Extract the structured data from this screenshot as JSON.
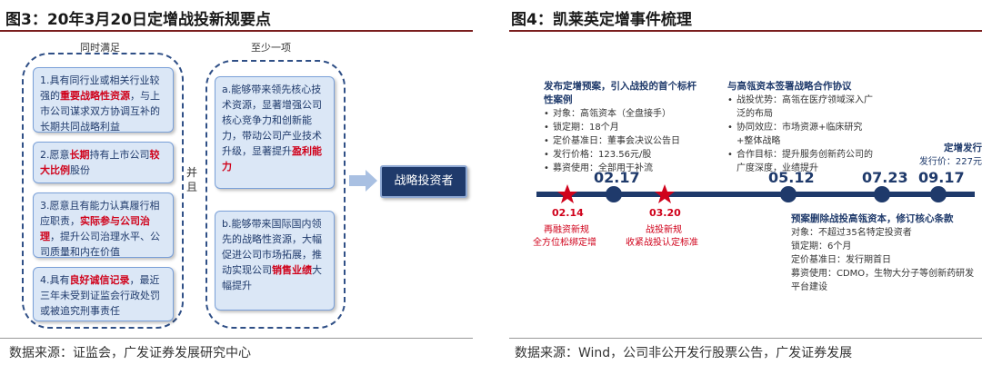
{
  "left": {
    "title": "图3：20年3月20日定增战投新规要点",
    "group_all_header": "同时满足",
    "group_any_header": "至少一项",
    "and_label": "并且",
    "result_label": "战略投资者",
    "conditions": [
      {
        "pre": "1.具有同行业或相关行业较强的",
        "red": "重要战略性资源",
        "post": "，与上市公司谋求双方协调互补的长期共同战略利益"
      },
      {
        "pre": "2.愿意",
        "red": "长期",
        "mid": "持有上市公司",
        "red2": "较大比例",
        "post": "股份"
      },
      {
        "pre": "3.愿意且有能力认真履行相应职责，",
        "red": "实际参与公司治理",
        "post": "，提升公司治理水平、公司质量和内在价值"
      },
      {
        "pre": "4.具有",
        "red": "良好诚信记录",
        "post": "，最近三年未受到证监会行政处罚或被追究刑事责任"
      }
    ],
    "options": [
      {
        "pre": "a.能够带来领先核心技术资源，显著增强公司核心竞争力和创新能力，带动公司产业技术升级，显著提升",
        "red": "盈利能力",
        "post": ""
      },
      {
        "pre": "b.能够带来国际国内领先的战略性资源，大幅促进公司市场拓展，推动实现公司",
        "red": "销售业绩",
        "post": "大幅提升"
      }
    ],
    "source": "数据来源：证监会，广发证券发展研究中心"
  },
  "right": {
    "title": "图4：凯莱英定增事件梳理",
    "events_top": [
      {
        "date": "02.17"
      },
      {
        "date": "05.12"
      },
      {
        "date": "07.23"
      },
      {
        "date": "09.17"
      }
    ],
    "events_star": [
      {
        "date": "02.14",
        "line1": "再融资新规",
        "line2": "全方位松绑定增"
      },
      {
        "date": "03.20",
        "line1": "战投新规",
        "line2": "收紧战投认定标准"
      }
    ],
    "note1": {
      "head": "发布定增预案，引入战投的首个标杆性案例",
      "items": [
        "对象：高瓴资本（全盘接手）",
        "锁定期：18个月",
        "定价基准日：董事会决议公告日",
        "发行价格：123.56元/股",
        "募资使用：全部用于补流"
      ]
    },
    "note2": {
      "head": "与高瓴资本签署战略合作协议",
      "items": [
        "战投优势：高瓴在医疗领域深入广泛的布局",
        "协同效应：市场资源+临床研究+整体战略",
        "合作目标：提升服务创新药公司的广度深度，业绩提升"
      ]
    },
    "note3": {
      "head": "定增发行",
      "line": "发行价：227元"
    },
    "note4": {
      "head": "预案删除战投高瓴资本，修订核心条款",
      "items": [
        "对象：不超过35名特定投资者",
        "锁定期：6个月",
        "定价基准日：发行期首日",
        "募资使用：CDMO，生物大分子等创新药研发平台建设"
      ]
    },
    "source": "数据来源：Wind，公司非公开发行股票公告，广发证券发展"
  },
  "colors": {
    "navy": "#1f3a6b",
    "red": "#d0021b",
    "box_fill": "#dbe7f6",
    "rule": "#7a1e1e"
  }
}
